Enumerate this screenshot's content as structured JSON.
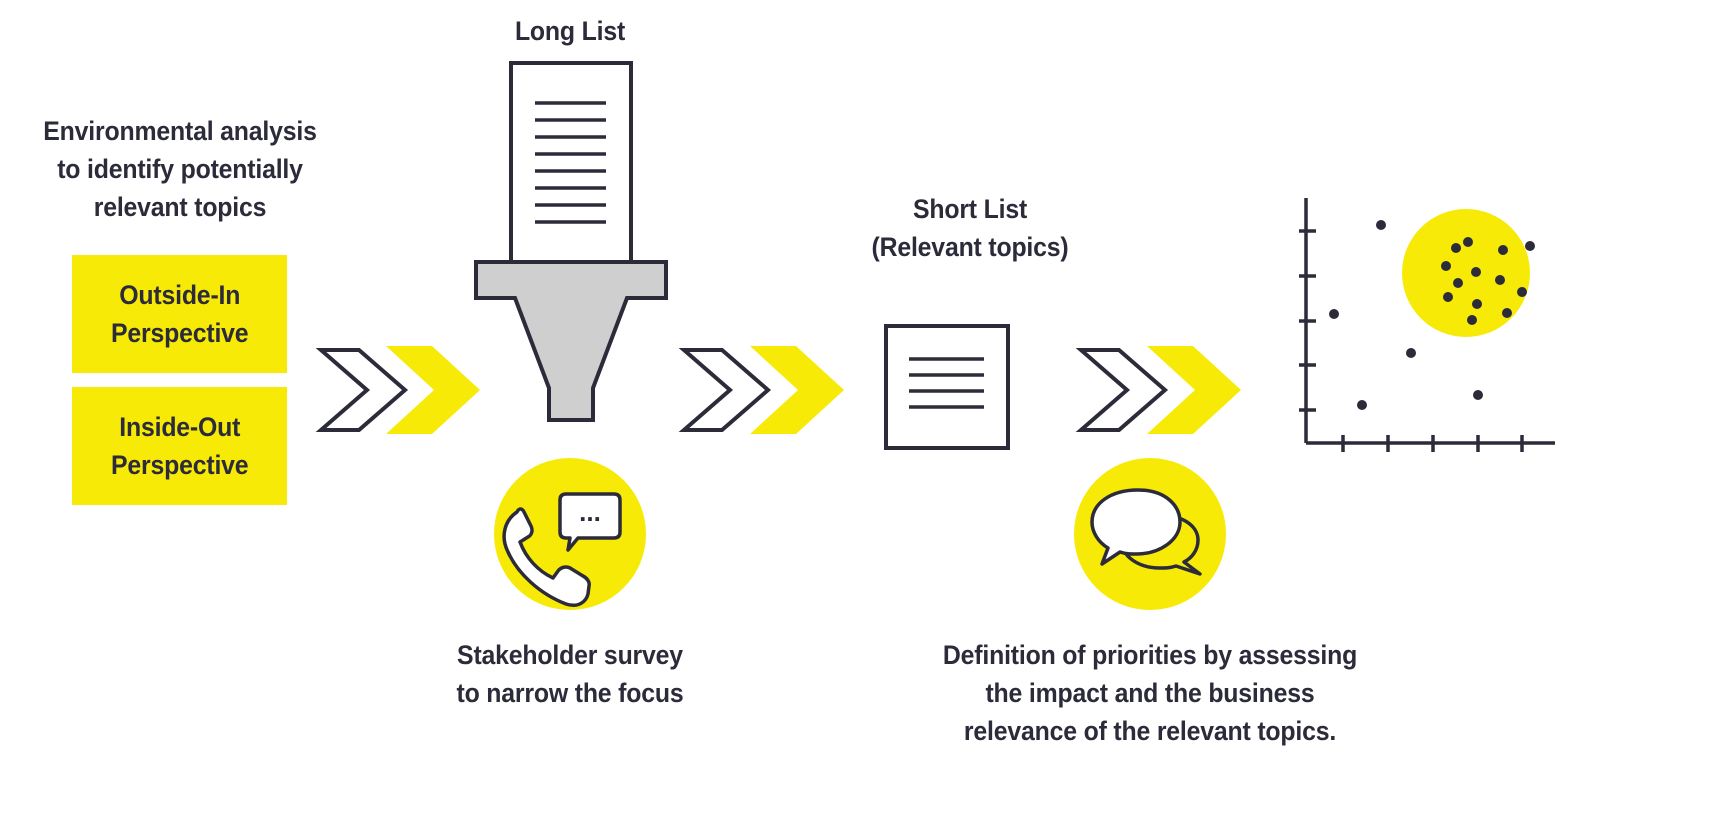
{
  "left": {
    "heading": [
      "Environmental analysis",
      "to identify potentially",
      "relevant topics"
    ],
    "boxes": [
      {
        "line1": "Outside-In",
        "line2": "Perspective"
      },
      {
        "line1": "Inside-Out",
        "line2": "Perspective"
      }
    ]
  },
  "funnel": {
    "title": "Long List"
  },
  "survey": {
    "caption": [
      "Stakeholder survey",
      "to narrow the focus"
    ],
    "bubble_text": "..."
  },
  "shortlist": {
    "title": [
      "Short List",
      "(Relevant topics)"
    ]
  },
  "priorities": {
    "caption": [
      "Definition of priorities by assessing",
      "the impact and the business",
      "relevance of the relevant topics."
    ]
  },
  "colors": {
    "accent": "#f7ea06",
    "ink": "#2b2b3a",
    "funnel_gray": "#cfcfcf"
  },
  "icons": [
    "double-chevron-arrow-icon",
    "funnel-icon",
    "document-icon",
    "phone-chat-icon",
    "speech-bubbles-icon",
    "scatter-plot-icon"
  ]
}
